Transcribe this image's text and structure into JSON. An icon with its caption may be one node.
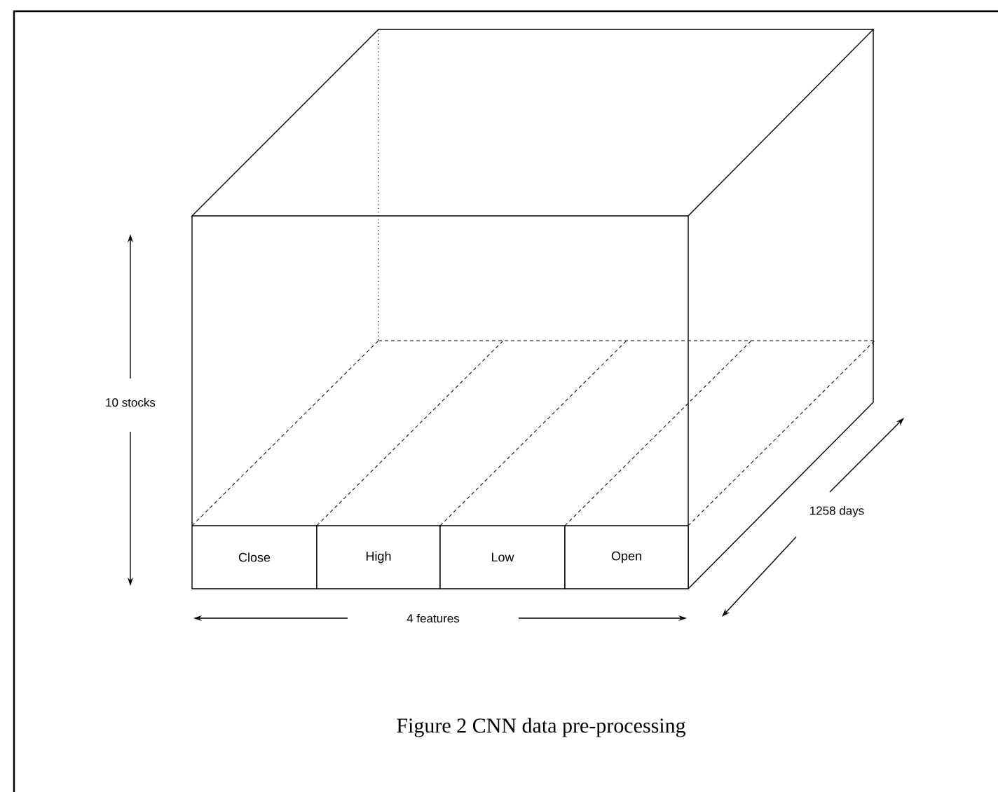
{
  "diagram": {
    "caption": "Figure 2 CNN data pre-processing",
    "nodes": [
      {
        "text": [
          "Close"
        ]
      },
      {
        "text": [
          "High"
        ]
      },
      {
        "text": [
          "Low"
        ]
      },
      {
        "text": [
          "Open"
        ]
      }
    ],
    "edges": [],
    "labels": [
      "10 stocks",
      "4 features",
      "1258 days"
    ]
  }
}
